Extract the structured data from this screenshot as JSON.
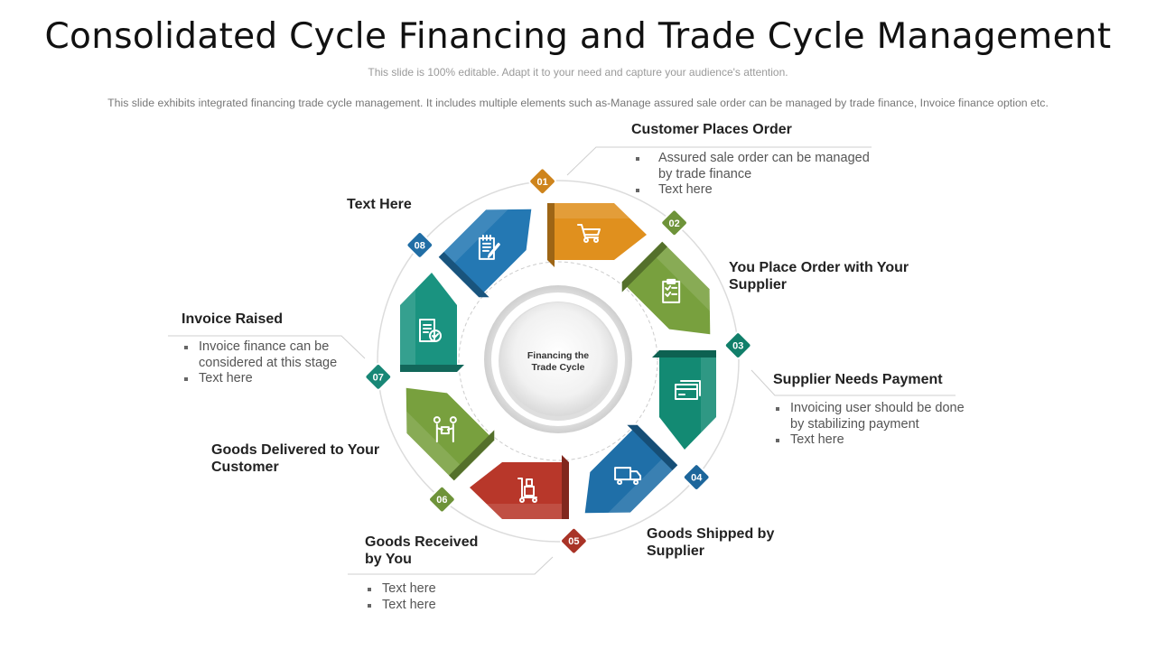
{
  "title": "Consolidated Cycle Financing and Trade Cycle Management",
  "subtitle": "This slide is 100% editable. Adapt it to your need and capture your audience's attention.",
  "description": "This slide exhibits integrated financing trade cycle management. It includes multiple elements such as-Manage assured sale order can be managed by trade finance, Invoice finance option etc.",
  "center": {
    "line1": "Financing the",
    "line2": "Trade Cycle"
  },
  "steps": [
    {
      "number": "01",
      "heading": "Customer Places Order",
      "bullets": [
        "Assured sale order can be managed",
        "by trade finance",
        "Text here"
      ],
      "color": "#E0901E",
      "icon": "shopping-cart-icon"
    },
    {
      "number": "02",
      "heading_line1": "You Place Order with Your",
      "heading_line2": "Supplier",
      "color": "#78A03E",
      "icon": "clipboard-checklist-icon"
    },
    {
      "number": "03",
      "heading": "Supplier Needs Payment",
      "bullets": [
        " Invoicing user should be done",
        "by stabilizing payment",
        "Text here"
      ],
      "color": "#138A73",
      "icon": "credit-card-icon"
    },
    {
      "number": "04",
      "heading_line1": "Goods Shipped by",
      "heading_line2": "Supplier",
      "color": "#1F6FA8",
      "icon": "delivery-truck-icon"
    },
    {
      "number": "05",
      "heading_line1": "Goods Received",
      "heading_line2": "by You",
      "bullets": [
        "Text here",
        "Text here"
      ],
      "color": "#B8372A",
      "icon": "hand-trolley-icon"
    },
    {
      "number": "06",
      "heading_line1": "Goods Delivered to Your",
      "heading_line2": "Customer",
      "color": "#78A03E",
      "icon": "people-handover-icon"
    },
    {
      "number": "07",
      "heading": "Invoice Raised",
      "bullets": [
        "Invoice finance can be",
        "considered at this stage",
        "Text here"
      ],
      "color": "#1A9380",
      "icon": "invoice-approved-icon"
    },
    {
      "number": "08",
      "heading": "Text Here",
      "color": "#2478B3",
      "icon": "notepad-edit-icon"
    }
  ]
}
